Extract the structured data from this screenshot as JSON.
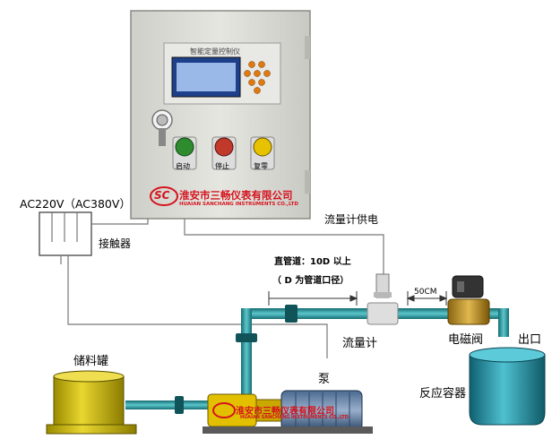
{
  "cabinet": {
    "screen_caption": "智能定量控制仪",
    "buttons": [
      {
        "name": "start",
        "label": "启动",
        "color": "#2e8b2e"
      },
      {
        "name": "stop",
        "label": "停止",
        "color": "#c0392b"
      },
      {
        "name": "reset",
        "label": "复零",
        "color": "#e6c200"
      }
    ],
    "brand_logo": "SC",
    "brand_name_cn": "淮安市三畅仪表有限公司",
    "brand_name_en": "HUAIAN SANCHANG INSTRUMENTS CO.,LTD"
  },
  "labels": {
    "power": "AC220V（AC380V）",
    "contactor": "接触器",
    "flowmeter_power": "流量计供电",
    "straight_pipe": "直管道：10D 以上",
    "pipe_note": "（ D 为管道口径）",
    "distance": "50CM",
    "flowmeter": "流量计",
    "solenoid_valve": "电磁阀",
    "outlet": "出口",
    "storage_tank": "储料罐",
    "pump": "泵",
    "reactor": "反应容器"
  },
  "pump_brand": "淮安市三畅仪表有限公司",
  "pump_brand_en": "HUAIAN SANCHANG INSTRUMENTS CO.,LTD",
  "colors": {
    "pipe": "#2a9aa0",
    "cabinet": "#dcdcd6",
    "tank": "#c8b400",
    "reactor": "#1e8ca0",
    "valve": "#c89a2a",
    "brand_red": "#d4141e"
  }
}
